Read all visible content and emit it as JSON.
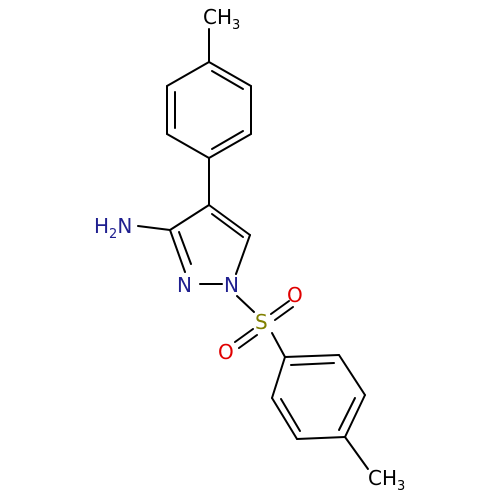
{
  "molecule": {
    "colors": {
      "carbon_bond": "#000000",
      "nitrogen": "#1f1f8f",
      "oxygen": "#e00000",
      "sulfur": "#808000"
    },
    "labels": {
      "methyl_top": {
        "main": "CH",
        "sub": "3"
      },
      "amine": {
        "main": "H",
        "sub": "2",
        "tail": "N"
      },
      "ring_n2": "N",
      "ring_n1": "N",
      "sulfur": "S",
      "oxygen_upper": "O",
      "oxygen_lower": "O",
      "methyl_bottom": {
        "main": "CH",
        "sub": "3"
      }
    }
  }
}
